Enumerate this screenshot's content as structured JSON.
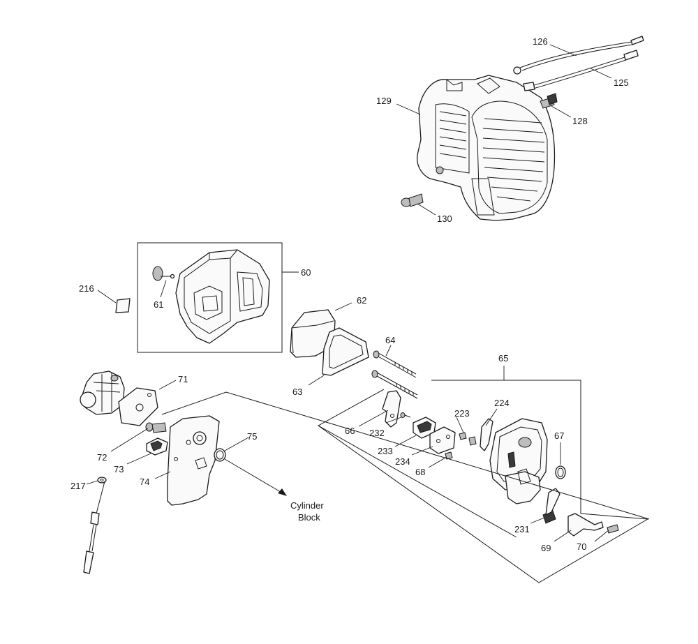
{
  "labels": {
    "p126": "126",
    "p125": "125",
    "p129": "129",
    "p128": "128",
    "p130": "130",
    "p60": "60",
    "p216": "216",
    "p61": "61",
    "p62": "62",
    "p63": "63",
    "p64": "64",
    "p65": "65",
    "p71": "71",
    "p223": "223",
    "p224": "224",
    "p66": "66",
    "p232": "232",
    "p67": "67",
    "p75": "75",
    "p233": "233",
    "p72": "72",
    "p73": "73",
    "p234": "234",
    "p68": "68",
    "p217": "217",
    "p74": "74",
    "p231": "231",
    "p69": "69",
    "p70": "70",
    "cylinder_line1": "Cylinder",
    "cylinder_line2": "Block"
  }
}
